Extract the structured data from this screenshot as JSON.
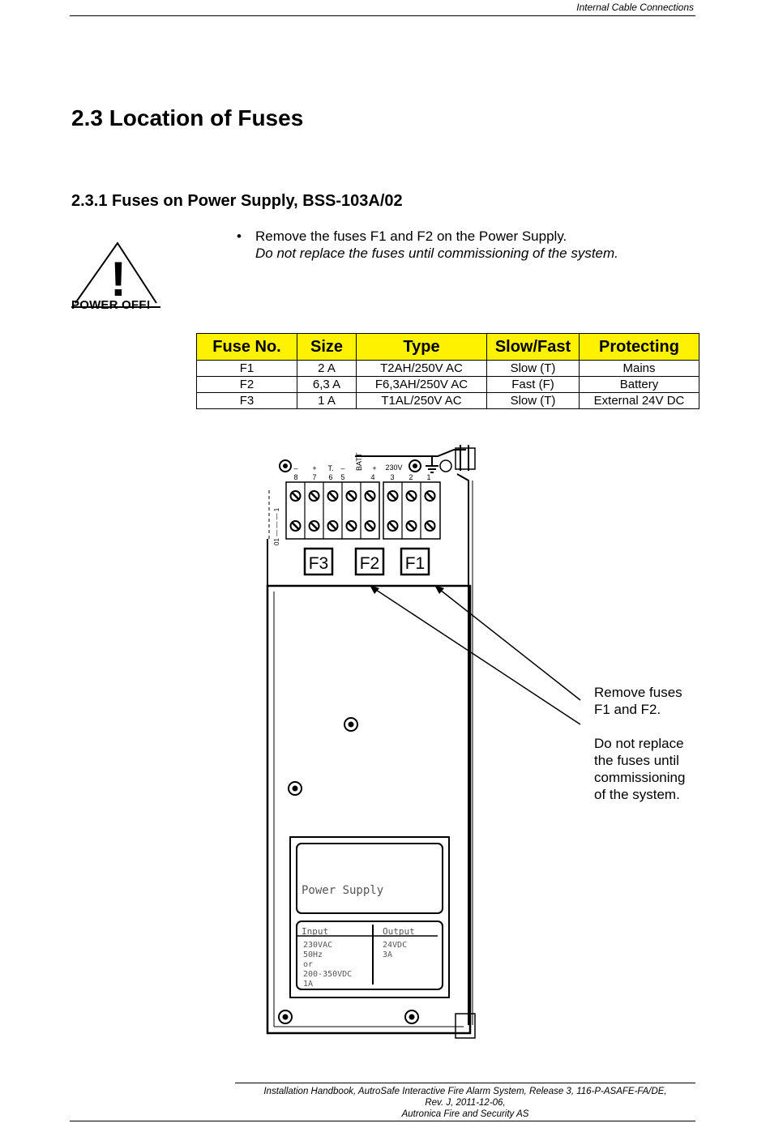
{
  "header": {
    "running_title": "Internal Cable Connections"
  },
  "section": {
    "heading": "2.3  Location of Fuses",
    "subheading": "2.3.1  Fuses on Power Supply, BSS-103A/02"
  },
  "instructions": {
    "bullet": "•",
    "line1": "Remove the fuses F1 and F2 on the Power Supply.",
    "line2": "Do not replace the fuses until commissioning of the system."
  },
  "warning": {
    "exclamation": "!",
    "label": "POWER OFF",
    "suffix": "!"
  },
  "fuse_table": {
    "headers": [
      "Fuse No.",
      "Size",
      "Type",
      "Slow/Fast",
      "Protecting"
    ],
    "rows": [
      [
        "F1",
        "2 A",
        "T2AH/250V AC",
        "Slow (T)",
        "Mains"
      ],
      [
        "F2",
        "6,3 A",
        "F6,3AH/250V AC",
        "Fast (F)",
        "Battery"
      ],
      [
        "F3",
        "1 A",
        "T1AL/250V AC",
        "Slow (T)",
        "External 24V DC"
      ]
    ],
    "header_color": "#fff200"
  },
  "diagram": {
    "terminal_numbers": [
      "8",
      "7",
      "6",
      "5",
      "4",
      "3",
      "2",
      "1"
    ],
    "terminal_signs": [
      "–",
      "+",
      "T.",
      "–",
      "+"
    ],
    "batt_label": "BATT",
    "mains_label": "230V",
    "side_label": "01 — — — 1",
    "fuse_labels": [
      "F3",
      "F2",
      "F1"
    ],
    "module_title": "Power  Supply",
    "input_header": "Input",
    "output_header": "Output",
    "input_lines": [
      "230VAC",
      "50Hz",
      "or",
      "200-350VDC",
      "1A"
    ],
    "output_lines": [
      "24VDC",
      "3A"
    ]
  },
  "callout": {
    "line1": "Remove fuses",
    "line2": "F1 and F2.",
    "line3": "Do not replace",
    "line4": "the fuses until",
    "line5": "commissioning",
    "line6": "of the system."
  },
  "footer": {
    "line1": "Installation Handbook, AutroSafe Interactive Fire Alarm System, Release 3, 116-P-ASAFE-FA/DE,",
    "line2": "Rev. J, 2011-12-06,",
    "line3": "Autronica Fire and Security AS"
  }
}
